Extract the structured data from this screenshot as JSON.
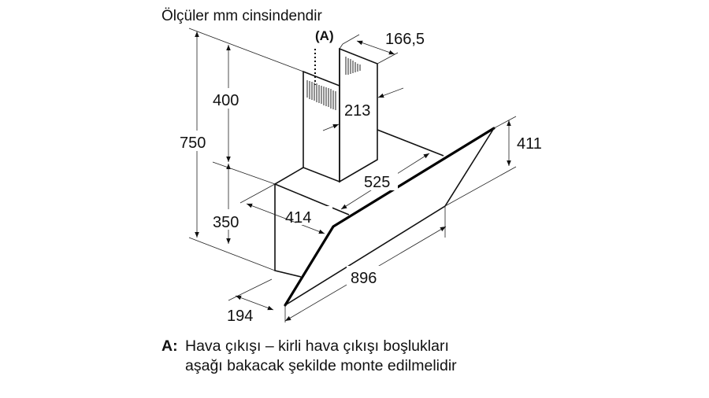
{
  "title": "Ölçüler mm cinsindendir",
  "labels": {
    "outlet_marker": "(A)",
    "chimney_width": "166,5",
    "chimney_depth": "213",
    "total_height": "750",
    "chimney_height": "400",
    "body_height": "350",
    "glass_height": "411",
    "depth_top": "525",
    "body_depth": "414",
    "width": "896",
    "bottom_depth": "194"
  },
  "note": {
    "key": "A:",
    "line1": "Hava çıkışı – kirli hava çıkışı boşlukları",
    "line2": "aşağı bakacak şekilde monte edilmelidir"
  }
}
